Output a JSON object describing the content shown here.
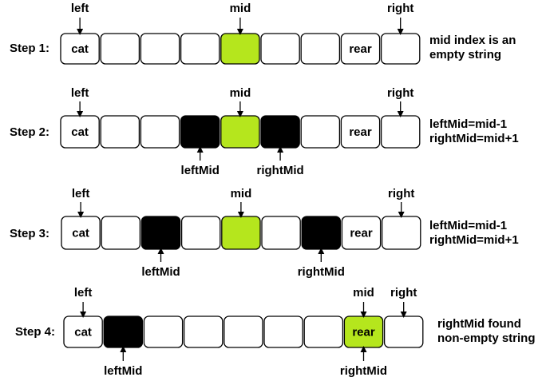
{
  "colors": {
    "empty": "#ffffff",
    "mid": "#b5e61d",
    "black": "#000000",
    "stroke": "#000000"
  },
  "steps": [
    {
      "label": "Step 1:",
      "cells": [
        {
          "text": "cat",
          "fill": "empty"
        },
        {
          "text": "",
          "fill": "empty"
        },
        {
          "text": "",
          "fill": "empty"
        },
        {
          "text": "",
          "fill": "empty"
        },
        {
          "text": "",
          "fill": "mid"
        },
        {
          "text": "",
          "fill": "empty"
        },
        {
          "text": "",
          "fill": "empty"
        },
        {
          "text": "rear",
          "fill": "empty"
        },
        {
          "text": "",
          "fill": "empty"
        }
      ],
      "pointers_above": [
        {
          "text": "left",
          "cell": 0
        },
        {
          "text": "mid",
          "cell": 4
        },
        {
          "text": "right",
          "cell": 8
        }
      ],
      "pointers_below": [],
      "note": [
        "mid index is an",
        "empty string"
      ]
    },
    {
      "label": "Step 2:",
      "cells": [
        {
          "text": "cat",
          "fill": "empty"
        },
        {
          "text": "",
          "fill": "empty"
        },
        {
          "text": "",
          "fill": "empty"
        },
        {
          "text": "",
          "fill": "black"
        },
        {
          "text": "",
          "fill": "mid"
        },
        {
          "text": "",
          "fill": "black"
        },
        {
          "text": "",
          "fill": "empty"
        },
        {
          "text": "rear",
          "fill": "empty"
        },
        {
          "text": "",
          "fill": "empty"
        }
      ],
      "pointers_above": [
        {
          "text": "left",
          "cell": 0
        },
        {
          "text": "mid",
          "cell": 4
        },
        {
          "text": "right",
          "cell": 8
        }
      ],
      "pointers_below": [
        {
          "text": "leftMid",
          "cell": 3
        },
        {
          "text": "rightMid",
          "cell": 5
        }
      ],
      "note": [
        "leftMid=mid-1",
        "rightMid=mid+1"
      ]
    },
    {
      "label": "Step 3:",
      "cells": [
        {
          "text": "cat",
          "fill": "empty"
        },
        {
          "text": "",
          "fill": "empty"
        },
        {
          "text": "",
          "fill": "black"
        },
        {
          "text": "",
          "fill": "empty"
        },
        {
          "text": "",
          "fill": "mid"
        },
        {
          "text": "",
          "fill": "empty"
        },
        {
          "text": "",
          "fill": "black"
        },
        {
          "text": "rear",
          "fill": "empty"
        },
        {
          "text": "",
          "fill": "empty"
        }
      ],
      "pointers_above": [
        {
          "text": "left",
          "cell": 0
        },
        {
          "text": "mid",
          "cell": 4
        },
        {
          "text": "right",
          "cell": 8
        }
      ],
      "pointers_below": [
        {
          "text": "leftMid",
          "cell": 2
        },
        {
          "text": "rightMid",
          "cell": 6
        }
      ],
      "note": [
        "leftMid=mid-1",
        "rightMid=mid+1"
      ]
    },
    {
      "label": "Step 4:",
      "cells": [
        {
          "text": "cat",
          "fill": "empty"
        },
        {
          "text": "",
          "fill": "black"
        },
        {
          "text": "",
          "fill": "empty"
        },
        {
          "text": "",
          "fill": "empty"
        },
        {
          "text": "",
          "fill": "empty"
        },
        {
          "text": "",
          "fill": "empty"
        },
        {
          "text": "",
          "fill": "empty"
        },
        {
          "text": "rear",
          "fill": "mid"
        },
        {
          "text": "",
          "fill": "empty"
        }
      ],
      "pointers_above": [
        {
          "text": "left",
          "cell": 0
        },
        {
          "text": "mid",
          "cell": 7
        },
        {
          "text": "right",
          "cell": 8
        }
      ],
      "pointers_below": [
        {
          "text": "leftMid",
          "cell": 1
        },
        {
          "text": "rightMid",
          "cell": 7
        }
      ],
      "note": [
        "rightMid found",
        "non-empty string"
      ]
    }
  ]
}
